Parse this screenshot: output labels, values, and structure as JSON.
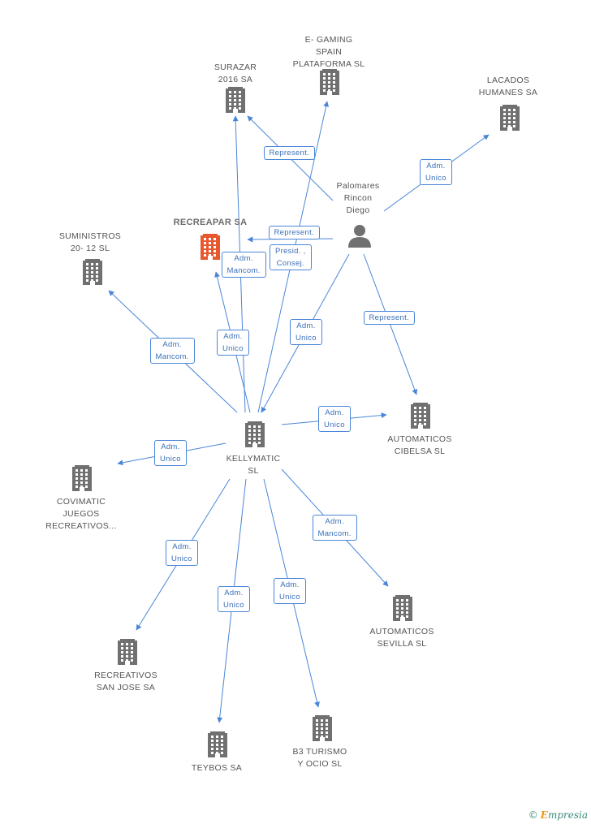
{
  "colors": {
    "edge": "#4a86d8",
    "building": "#707070",
    "focus_building": "#e8582f",
    "person": "#707070"
  },
  "nodes": [
    {
      "id": "surazar",
      "name": "SURAZAR\n2016 SA",
      "icon": "building-icon"
    },
    {
      "id": "egaming",
      "name": "E- GAMING\nSPAIN\nPLATAFORMA SL",
      "icon": "building-icon"
    },
    {
      "id": "lacados",
      "name": "LACADOS\nHUMANES SA",
      "icon": "building-icon"
    },
    {
      "id": "palomares",
      "name": "Palomares\nRincon\nDiego",
      "icon": "person-icon"
    },
    {
      "id": "recreapar",
      "name": "RECREAPAR SA",
      "icon": "building-icon",
      "focus": true
    },
    {
      "id": "suministros",
      "name": "SUMINISTROS\n20- 12 SL",
      "icon": "building-icon"
    },
    {
      "id": "kellymatic",
      "name": "KELLYMATIC\nSL",
      "icon": "building-icon"
    },
    {
      "id": "cibelsa",
      "name": "AUTOMATICOS\nCIBELSA SL",
      "icon": "building-icon"
    },
    {
      "id": "covimatic",
      "name": "COVIMATIC\nJUEGOS\nRECREATIVOS...",
      "icon": "building-icon"
    },
    {
      "id": "sevilla",
      "name": "AUTOMATICOS\nSEVILLA SL",
      "icon": "building-icon"
    },
    {
      "id": "sanjose",
      "name": "RECREATIVOS\nSAN JOSE SA",
      "icon": "building-icon"
    },
    {
      "id": "teybos",
      "name": "TEYBOS SA",
      "icon": "building-icon"
    },
    {
      "id": "b3",
      "name": "B3 TURISMO\nY OCIO  SL",
      "icon": "building-icon"
    }
  ],
  "edges": [
    {
      "label": "Represent.",
      "from": "palomares",
      "to": "surazar"
    },
    {
      "label": "Adm.\nUnico",
      "from": "palomares",
      "to": "lacados"
    },
    {
      "label": "Represent.",
      "from": "palomares",
      "to": "recreapar"
    },
    {
      "label": "Presid. ,\nConsej.",
      "from": "kellymatic",
      "to": "egaming"
    },
    {
      "label": "Adm.\nMancom.",
      "from": "kellymatic",
      "to": "recreapar"
    },
    {
      "label": "Adm.\nUnico",
      "from": "kellymatic",
      "to": "surazar"
    },
    {
      "label": "Adm.\nMancom.",
      "from": "kellymatic",
      "to": "suministros"
    },
    {
      "label": "Adm.\nUnico",
      "from": "palomares",
      "to": "kellymatic"
    },
    {
      "label": "Represent.",
      "from": "palomares",
      "to": "cibelsa"
    },
    {
      "label": "Adm.\nUnico",
      "from": "kellymatic",
      "to": "cibelsa"
    },
    {
      "label": "Adm.\nUnico",
      "from": "kellymatic",
      "to": "covimatic"
    },
    {
      "label": "Adm.\nMancom.",
      "from": "kellymatic",
      "to": "sevilla"
    },
    {
      "label": "Adm.\nUnico",
      "from": "kellymatic",
      "to": "sanjose"
    },
    {
      "label": "Adm.\nUnico",
      "from": "kellymatic",
      "to": "teybos"
    },
    {
      "label": "Adm.\nUnico",
      "from": "kellymatic",
      "to": "b3"
    }
  ],
  "footer": {
    "copyright": "©",
    "brand_initial": "E",
    "brand_rest": "mpresia"
  }
}
